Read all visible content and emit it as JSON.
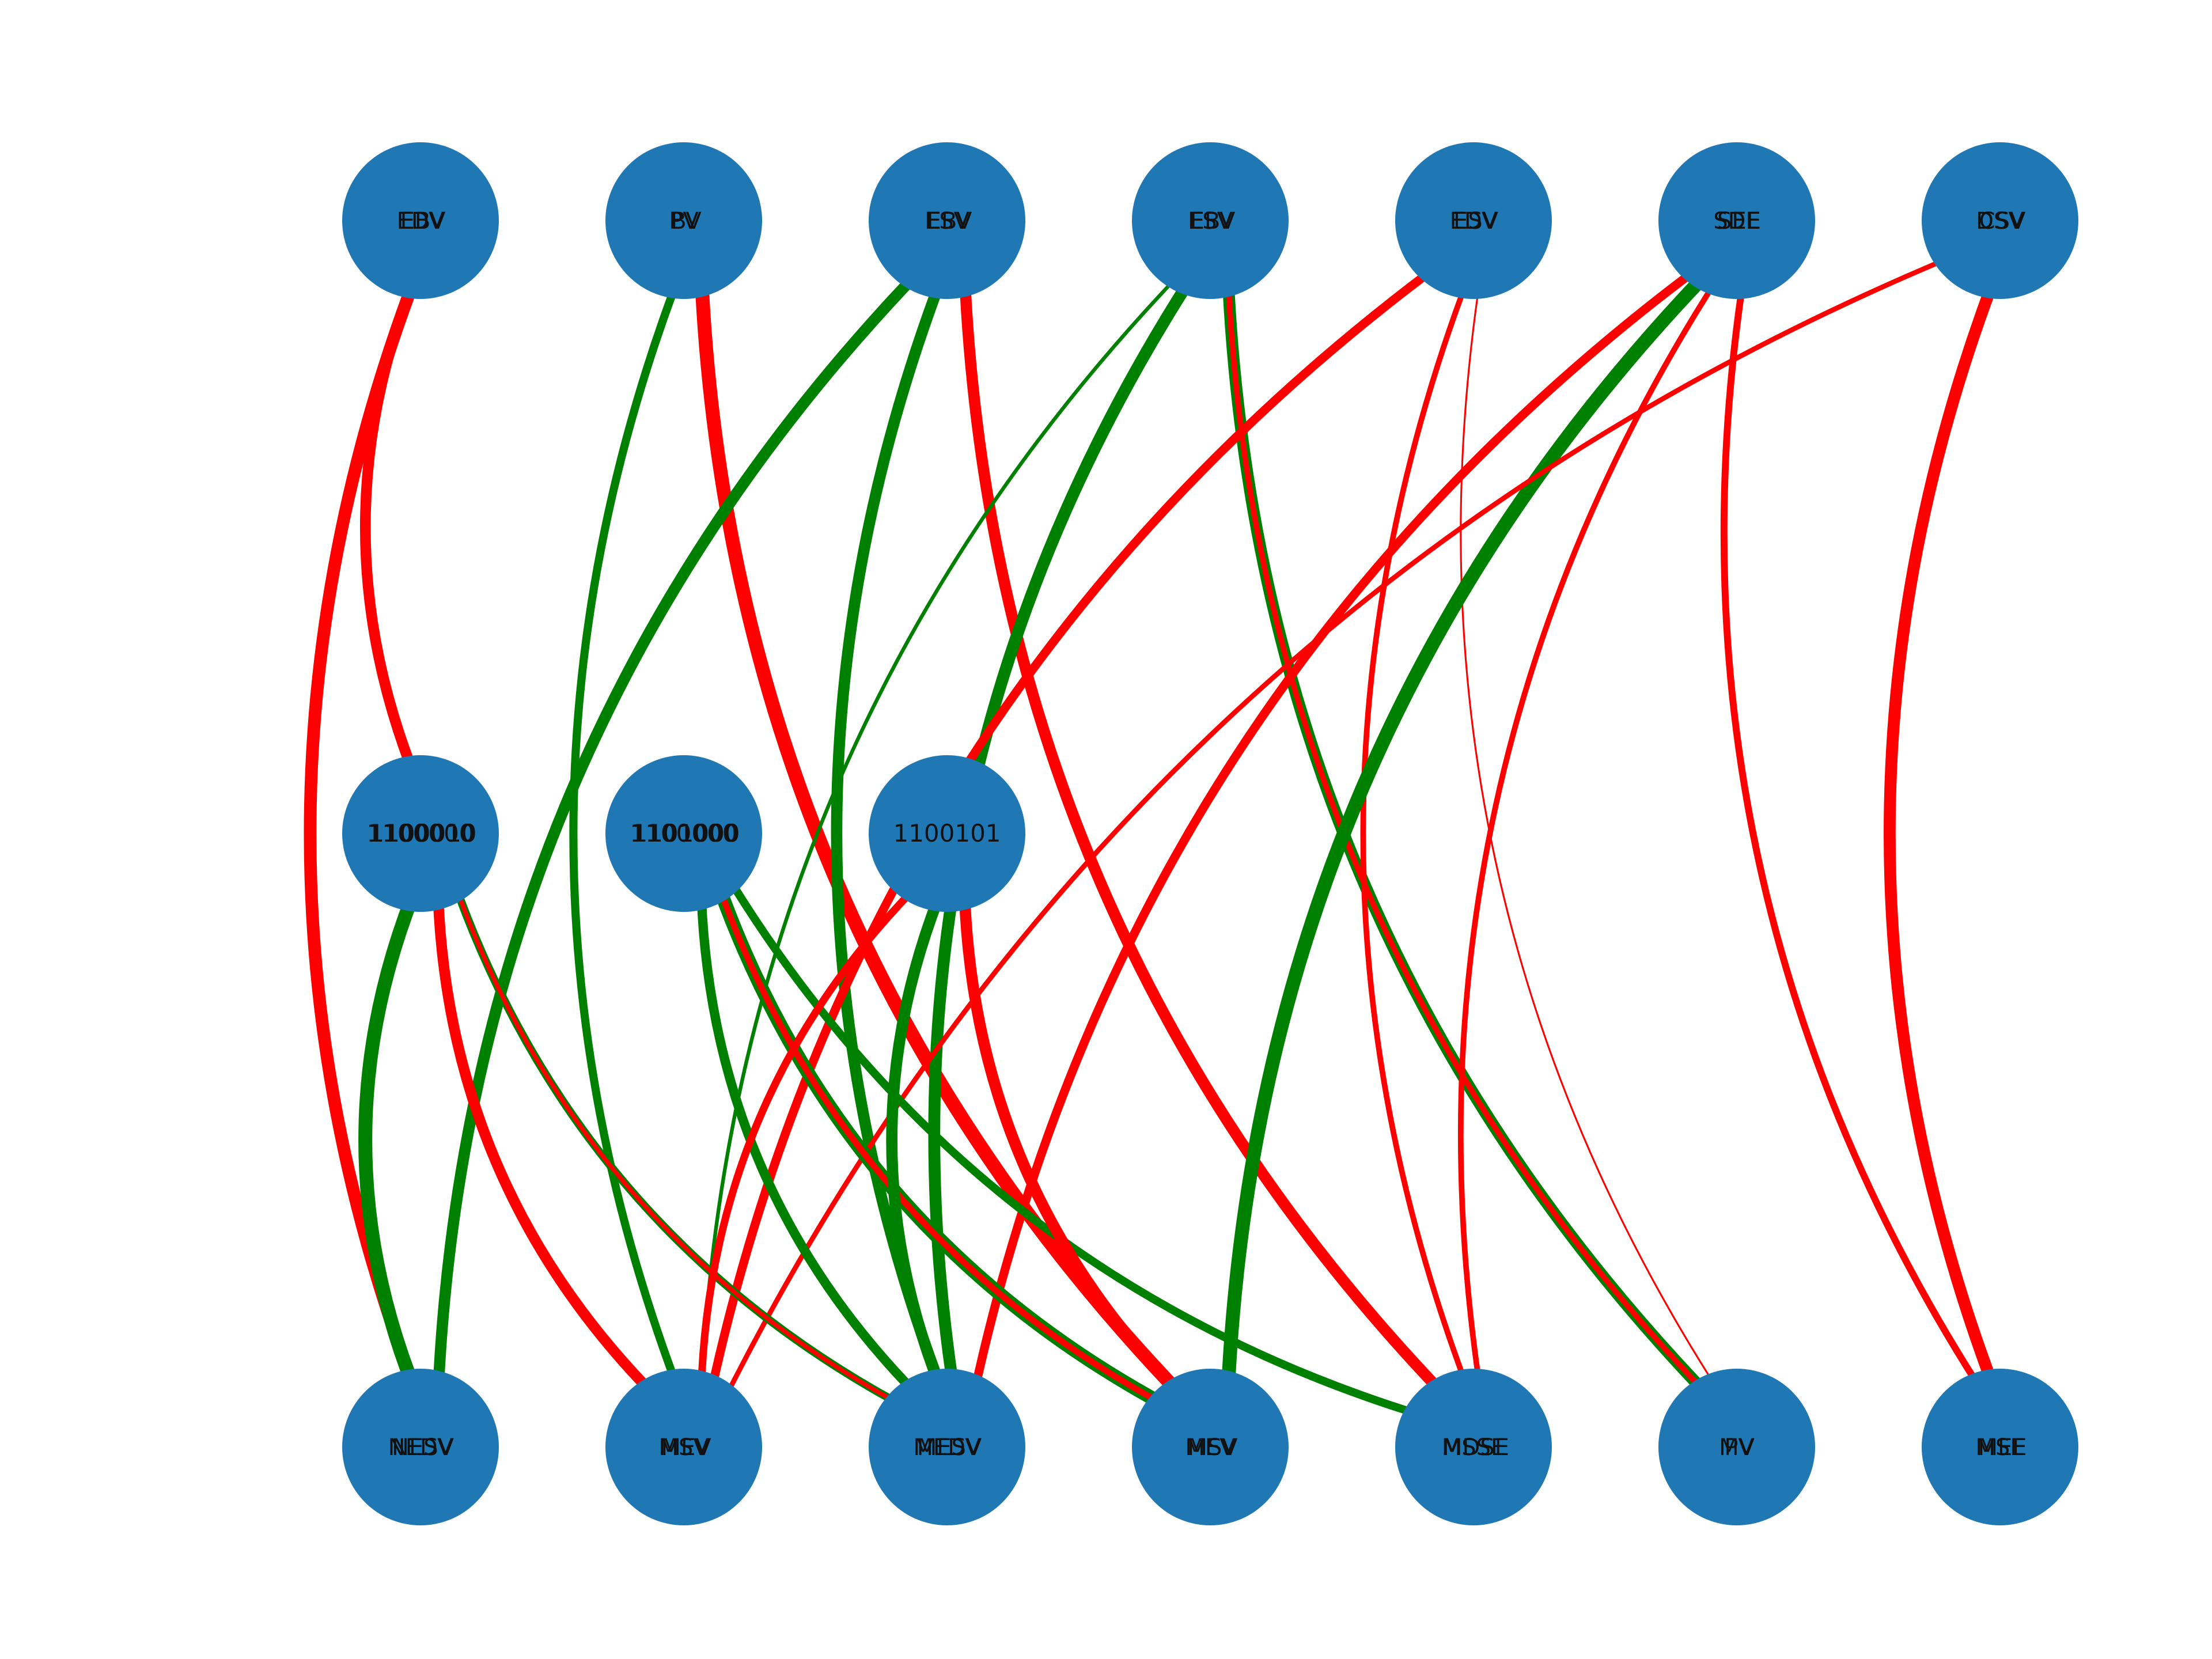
{
  "diagram": {
    "background_color": "#ffffff",
    "node_color": "#1f77b4",
    "positive_edge_color": "#008000",
    "negative_edge_color": "#ff0000",
    "layers": {
      "top": [
        {
          "id": "t0",
          "labels": [
            "EDV",
            "EBV"
          ]
        },
        {
          "id": "t1",
          "labels": [
            "PV",
            "BV"
          ]
        },
        {
          "id": "t2",
          "labels": [
            "ESV",
            "EBV"
          ]
        },
        {
          "id": "t3",
          "labels": [
            "ESV",
            "EBV"
          ]
        },
        {
          "id": "t4",
          "labels": [
            "EDV",
            "ESV"
          ]
        },
        {
          "id": "t5",
          "labels": [
            "SDE",
            "SEE"
          ]
        },
        {
          "id": "t6",
          "labels": [
            "DSV",
            "CSV"
          ]
        }
      ],
      "middle": [
        {
          "id": "m0",
          "labels": [
            "1100000",
            "1100010"
          ]
        },
        {
          "id": "m1",
          "labels": [
            "1100000",
            "1101000"
          ]
        },
        {
          "id": "m2",
          "labels": [
            "1100101"
          ]
        }
      ],
      "bottom": [
        {
          "id": "b0",
          "labels": [
            "NEDV",
            "NESV"
          ]
        },
        {
          "id": "b1",
          "labels": [
            "MSV",
            "MEV"
          ]
        },
        {
          "id": "b2",
          "labels": [
            "MEDV",
            "MESV"
          ]
        },
        {
          "id": "b3",
          "labels": [
            "MEV",
            "MSV"
          ]
        },
        {
          "id": "b4",
          "labels": [
            "MSSE",
            "MDSE"
          ]
        },
        {
          "id": "b5",
          "labels": [
            "MV",
            "PV"
          ]
        },
        {
          "id": "b6",
          "labels": [
            "MSE",
            "MEE"
          ]
        }
      ]
    },
    "edges": [
      {
        "from": "t0",
        "to": "b0",
        "sign": "negative",
        "weight": 0.9
      },
      {
        "from": "t0",
        "to": "m0",
        "sign": "negative",
        "weight": 0.75
      },
      {
        "from": "t1",
        "to": "b1",
        "sign": "positive",
        "weight": 0.55
      },
      {
        "from": "t1",
        "to": "b3",
        "sign": "negative",
        "weight": 1.0
      },
      {
        "from": "t2",
        "to": "b0",
        "sign": "positive",
        "weight": 0.8
      },
      {
        "from": "t2",
        "to": "b2",
        "sign": "positive",
        "weight": 0.8
      },
      {
        "from": "t2",
        "to": "b4",
        "sign": "negative",
        "weight": 0.8
      },
      {
        "from": "t3",
        "to": "b1",
        "sign": "positive",
        "weight": 0.2
      },
      {
        "from": "t3",
        "to": "b2",
        "sign": "positive",
        "weight": 0.85
      },
      {
        "from": "t3",
        "to": "b5",
        "sign": "positive",
        "weight": 0.85
      },
      {
        "from": "t3",
        "to": "b5",
        "sign": "negative",
        "weight": 0.35
      },
      {
        "from": "t4",
        "to": "b1",
        "sign": "negative",
        "weight": 0.6
      },
      {
        "from": "t4",
        "to": "b4",
        "sign": "negative",
        "weight": 0.35
      },
      {
        "from": "t4",
        "to": "b5",
        "sign": "negative",
        "weight": 0.05
      },
      {
        "from": "t5",
        "to": "b2",
        "sign": "negative",
        "weight": 0.6
      },
      {
        "from": "t5",
        "to": "b3",
        "sign": "positive",
        "weight": 1.0
      },
      {
        "from": "t5",
        "to": "b4",
        "sign": "negative",
        "weight": 0.35
      },
      {
        "from": "t5",
        "to": "b6",
        "sign": "negative",
        "weight": 0.45
      },
      {
        "from": "t6",
        "to": "b1",
        "sign": "negative",
        "weight": 0.3
      },
      {
        "from": "t6",
        "to": "b6",
        "sign": "negative",
        "weight": 0.85
      },
      {
        "from": "m0",
        "to": "b0",
        "sign": "positive",
        "weight": 1.0
      },
      {
        "from": "m0",
        "to": "b1",
        "sign": "negative",
        "weight": 0.75
      },
      {
        "from": "m0",
        "to": "b2",
        "sign": "positive",
        "weight": 0.55
      },
      {
        "from": "m0",
        "to": "b2",
        "sign": "negative",
        "weight": 0.25
      },
      {
        "from": "m1",
        "to": "b2",
        "sign": "positive",
        "weight": 0.65
      },
      {
        "from": "m1",
        "to": "b3",
        "sign": "positive",
        "weight": 1.0
      },
      {
        "from": "m1",
        "to": "b3",
        "sign": "negative",
        "weight": 0.4
      },
      {
        "from": "m1",
        "to": "b4",
        "sign": "positive",
        "weight": 0.55
      },
      {
        "from": "m2",
        "to": "b1",
        "sign": "negative",
        "weight": 0.5
      },
      {
        "from": "m2",
        "to": "b2",
        "sign": "positive",
        "weight": 0.8
      },
      {
        "from": "m2",
        "to": "b3",
        "sign": "negative",
        "weight": 0.8
      }
    ]
  }
}
